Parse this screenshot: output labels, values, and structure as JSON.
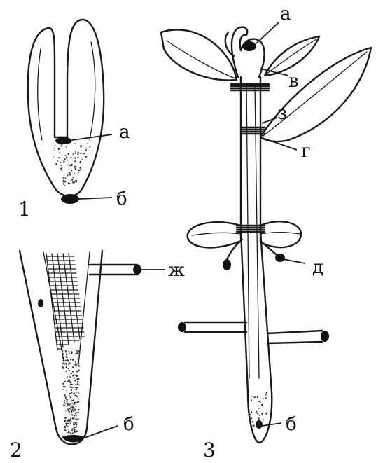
{
  "figures": [
    {
      "number": "1",
      "labels": [
        "а",
        "б"
      ]
    },
    {
      "number": "2",
      "labels": [
        "ж",
        "б"
      ]
    },
    {
      "number": "3",
      "labels": [
        "а",
        "в",
        "з",
        "г",
        "д",
        "б"
      ]
    }
  ]
}
